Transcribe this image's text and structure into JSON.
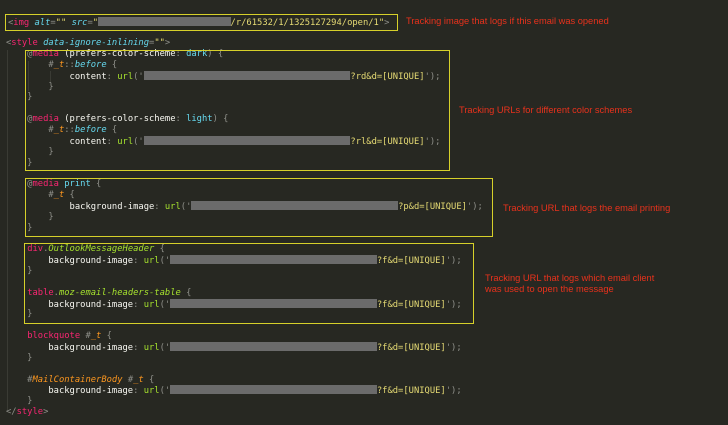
{
  "colors": {
    "background": "#272822",
    "highlight_box": "#d6d02a",
    "annotation": "#e8321c",
    "tag": "#f92672",
    "attribute": "#66d9ef",
    "string": "#e6db74",
    "function": "#a6e22e",
    "id": "#fd971f"
  },
  "code_lines": [
    [
      [
        "<",
        "p"
      ],
      [
        "img",
        "tag"
      ],
      [
        " ",
        "w"
      ],
      [
        "alt",
        "attr"
      ],
      [
        "=",
        "p"
      ],
      [
        "\"\"",
        "str"
      ],
      [
        " ",
        "w"
      ],
      [
        "src",
        "attr"
      ],
      [
        "=",
        "p"
      ],
      [
        "\"",
        "str"
      ],
      [
        "",
        "redact"
      ],
      [
        "/r/61532/1/1325127294/open/1\"",
        "str"
      ],
      [
        ">",
        "p"
      ]
    ],
    [],
    [
      [
        "<",
        "p"
      ],
      [
        "style",
        "tag"
      ],
      [
        " ",
        "w"
      ],
      [
        "data-ignore-inlining",
        "attr"
      ],
      [
        "=",
        "p"
      ],
      [
        "\"\"",
        "str"
      ],
      [
        ">",
        "p"
      ]
    ],
    [
      [
        "    @",
        "p"
      ],
      [
        "media",
        "tag"
      ],
      [
        " (prefers-color-scheme",
        "w"
      ],
      [
        ": ",
        "p"
      ],
      [
        "dark",
        "kw"
      ],
      [
        ") {",
        "p"
      ]
    ],
    [
      [
        "        #",
        "p"
      ],
      [
        "_t",
        "id"
      ],
      [
        "::",
        "p"
      ],
      [
        "before",
        "attr"
      ],
      [
        " {",
        "p"
      ]
    ],
    [
      [
        "            content",
        "w"
      ],
      [
        ": ",
        "p"
      ],
      [
        "url",
        "fn"
      ],
      [
        "('",
        "p"
      ],
      [
        "",
        "redact"
      ],
      [
        "?rd&d=[UNIQUE]",
        "str"
      ],
      [
        "');",
        "p"
      ]
    ],
    [
      [
        "        }",
        "p"
      ]
    ],
    [
      [
        "    }",
        "p"
      ]
    ],
    [],
    [
      [
        "    @",
        "p"
      ],
      [
        "media",
        "tag"
      ],
      [
        " (prefers-color-scheme",
        "w"
      ],
      [
        ": ",
        "p"
      ],
      [
        "light",
        "kw"
      ],
      [
        ") {",
        "p"
      ]
    ],
    [
      [
        "        #",
        "p"
      ],
      [
        "_t",
        "id"
      ],
      [
        "::",
        "p"
      ],
      [
        "before",
        "attr"
      ],
      [
        " {",
        "p"
      ]
    ],
    [
      [
        "            content",
        "w"
      ],
      [
        ": ",
        "p"
      ],
      [
        "url",
        "fn"
      ],
      [
        "('",
        "p"
      ],
      [
        "",
        "redact"
      ],
      [
        "?rl&d=[UNIQUE]",
        "str"
      ],
      [
        "');",
        "p"
      ]
    ],
    [
      [
        "        }",
        "p"
      ]
    ],
    [
      [
        "    }",
        "p"
      ]
    ],
    [],
    [
      [
        "    @",
        "p"
      ],
      [
        "media",
        "tag"
      ],
      [
        " ",
        "w"
      ],
      [
        "print",
        "kw"
      ],
      [
        " {",
        "p"
      ]
    ],
    [
      [
        "        #",
        "p"
      ],
      [
        "_t",
        "id"
      ],
      [
        " {",
        "p"
      ]
    ],
    [
      [
        "            background-image",
        "w"
      ],
      [
        ": ",
        "p"
      ],
      [
        "url",
        "fn"
      ],
      [
        "('",
        "p"
      ],
      [
        "",
        "redact"
      ],
      [
        "?p&d=[UNIQUE]",
        "str"
      ],
      [
        "');",
        "p"
      ]
    ],
    [
      [
        "        }",
        "p"
      ]
    ],
    [
      [
        "    }",
        "p"
      ]
    ],
    [],
    [
      [
        "    ",
        "w"
      ],
      [
        "div",
        "tag"
      ],
      [
        ".",
        "p"
      ],
      [
        "OutlookMessageHeader",
        "cls"
      ],
      [
        " {",
        "p"
      ]
    ],
    [
      [
        "        background-image",
        "w"
      ],
      [
        ": ",
        "p"
      ],
      [
        "url",
        "fn"
      ],
      [
        "('",
        "p"
      ],
      [
        "",
        "redact"
      ],
      [
        "?f&d=[UNIQUE]",
        "str"
      ],
      [
        "');",
        "p"
      ]
    ],
    [
      [
        "    }",
        "p"
      ]
    ],
    [],
    [
      [
        "    ",
        "w"
      ],
      [
        "table",
        "tag"
      ],
      [
        ".",
        "p"
      ],
      [
        "moz-email-headers-table",
        "cls"
      ],
      [
        " {",
        "p"
      ]
    ],
    [
      [
        "        background-image",
        "w"
      ],
      [
        ": ",
        "p"
      ],
      [
        "url",
        "fn"
      ],
      [
        "('",
        "p"
      ],
      [
        "",
        "redact"
      ],
      [
        "?f&d=[UNIQUE]",
        "str"
      ],
      [
        "');",
        "p"
      ]
    ],
    [
      [
        "    }",
        "p"
      ]
    ],
    [],
    [
      [
        "    ",
        "w"
      ],
      [
        "blockquote",
        "tag"
      ],
      [
        " #",
        "p"
      ],
      [
        "_t",
        "id"
      ],
      [
        " {",
        "p"
      ]
    ],
    [
      [
        "        background-image",
        "w"
      ],
      [
        ": ",
        "p"
      ],
      [
        "url",
        "fn"
      ],
      [
        "('",
        "p"
      ],
      [
        "",
        "redact"
      ],
      [
        "?f&d=[UNIQUE]",
        "str"
      ],
      [
        "');",
        "p"
      ]
    ],
    [
      [
        "    }",
        "p"
      ]
    ],
    [],
    [
      [
        "    #",
        "p"
      ],
      [
        "MailContainerBody",
        "id"
      ],
      [
        " #",
        "p"
      ],
      [
        "_t",
        "id"
      ],
      [
        " {",
        "p"
      ]
    ],
    [
      [
        "        background-image",
        "w"
      ],
      [
        ": ",
        "p"
      ],
      [
        "url",
        "fn"
      ],
      [
        "('",
        "p"
      ],
      [
        "",
        "redact"
      ],
      [
        "?f&d=[UNIQUE]",
        "str"
      ],
      [
        "');",
        "p"
      ]
    ],
    [
      [
        "    }",
        "p"
      ]
    ],
    [
      [
        "</",
        "p"
      ],
      [
        "style",
        "tag"
      ],
      [
        ">",
        "p"
      ]
    ]
  ],
  "annotations": {
    "open": "Tracking image that logs if this email was opened",
    "color_schemes": "Tracking URLs for different color schemes",
    "printing": "Tracking URL that logs the email printing",
    "client_line1": "Tracking URL that logs which email client",
    "client_line2": "was used to open the message"
  }
}
